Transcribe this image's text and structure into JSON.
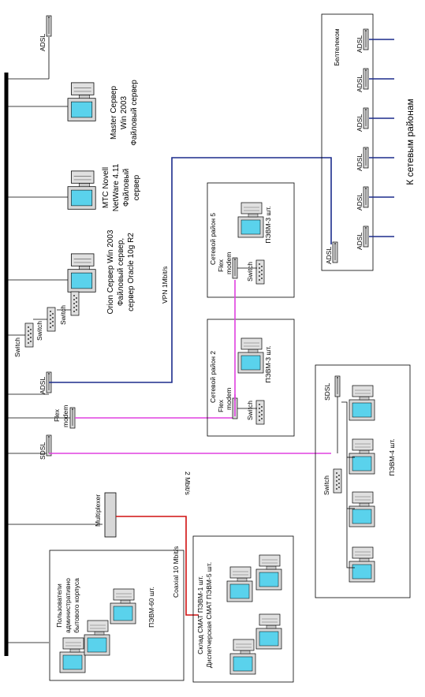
{
  "servers": {
    "master": [
      "Master Сервер",
      "Win 2003",
      "Файловый сервер"
    ],
    "mtc": [
      "MTC Novell",
      "NetWare 4.11",
      "Файловый",
      "сервер"
    ],
    "orion": [
      "Orion Сервер Win 2003",
      "Файловый сервер,",
      "сервер Oracle 10g R2"
    ]
  },
  "devices": {
    "adsl": "ADSL",
    "sdsl": "SDSL",
    "switch": "Switch",
    "flex": "Flex",
    "modem": "modem",
    "multiplexer": "Multiplexer"
  },
  "links": {
    "vpn": "VPN 1Mbit/s",
    "sdsl_speed": "2 Mbit/s",
    "coaxial": "Coaxial 10 Mbit/s"
  },
  "areas": {
    "district5": {
      "title": "Сетевой район 5",
      "pc": "ПЭВМ-3 шт."
    },
    "district2": {
      "title": "Сетевой район 2",
      "pc": "ПЭВМ-3 шт."
    },
    "sdsl_site": {
      "pc": "ПЭВМ-4 шт."
    },
    "warehouse": {
      "line1": "Склад СМАТ ПЭВМ-1 шт.",
      "line2": "Диспетчерская СМАТ ПЭВМ-5 шт."
    },
    "admin": {
      "line1": "Пользователи",
      "line2": "административно",
      "line3": "бытового корпуса",
      "pc": "ПЭВМ-60 шт."
    },
    "beltelecom": {
      "title": "Белтелеком",
      "side": "К сетевым районам"
    }
  },
  "colors": {
    "vpn": "#1c2c8c",
    "magenta": "#e040e0",
    "coaxial": "#d01010",
    "screen": "#5ad2ec"
  }
}
